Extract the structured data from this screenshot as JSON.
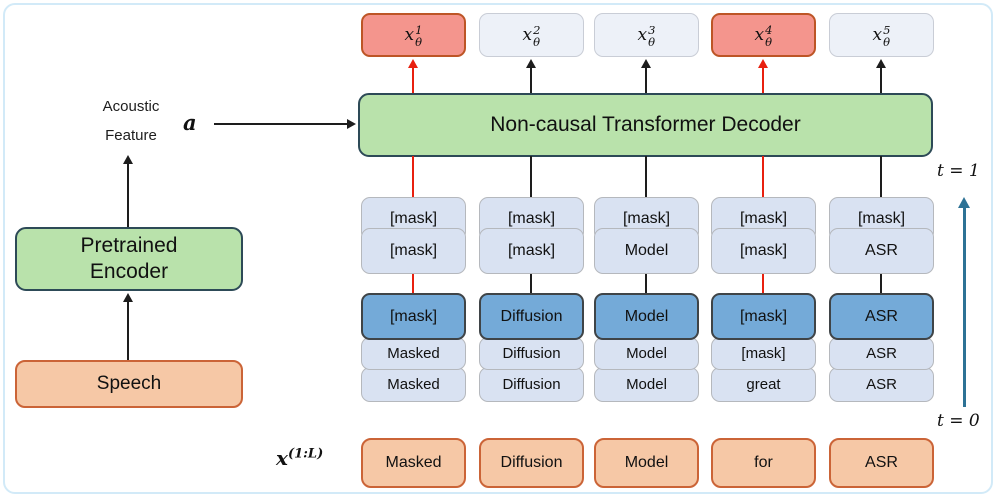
{
  "left_panel": {
    "acoustic_line1": "Acoustic",
    "acoustic_line2": "Feature",
    "a_symbol": "a",
    "encoder_line1": "Pretrained",
    "encoder_line2": "Encoder",
    "speech_label": "Speech"
  },
  "decoder": {
    "label": "Non-causal Transformer Decoder"
  },
  "outputs": [
    {
      "base": "x",
      "sub": "θ",
      "sup": "1",
      "highlighted": true
    },
    {
      "base": "x",
      "sub": "θ",
      "sup": "2",
      "highlighted": false
    },
    {
      "base": "x",
      "sub": "θ",
      "sup": "3",
      "highlighted": false
    },
    {
      "base": "x",
      "sub": "θ",
      "sup": "4",
      "highlighted": true
    },
    {
      "base": "x",
      "sub": "θ",
      "sup": "5",
      "highlighted": false
    }
  ],
  "grid": {
    "columns": [
      {
        "accent": "red",
        "top": [
          "[mask]",
          "[mask]"
        ],
        "main": "[mask]",
        "below": [
          "Masked",
          "Masked"
        ]
      },
      {
        "accent": "black",
        "top": [
          "[mask]",
          "[mask]"
        ],
        "main": "Diffusion",
        "below": [
          "Diffusion",
          "Diffusion"
        ]
      },
      {
        "accent": "black",
        "top": [
          "[mask]",
          "Model"
        ],
        "main": "Model",
        "below": [
          "Model",
          "Model"
        ]
      },
      {
        "accent": "red",
        "top": [
          "[mask]",
          "[mask]"
        ],
        "main": "[mask]",
        "below": [
          "[mask]",
          "great"
        ]
      },
      {
        "accent": "black",
        "top": [
          "[mask]",
          "ASR"
        ],
        "main": "ASR",
        "below": [
          "ASR",
          "ASR"
        ]
      }
    ]
  },
  "input_row": {
    "label_base": "x",
    "label_sup": "(1:L)",
    "tokens": [
      "Masked",
      "Diffusion",
      "Model",
      "for",
      "ASR"
    ]
  },
  "timeline": {
    "t1_label": "t = 1",
    "t0_label": "t = 0"
  },
  "colors": {
    "figure_border": "#d2eaf8",
    "green_fill": "#b9e2ab",
    "green_border": "#2d4a57",
    "orange_fill": "#f6c8a6",
    "orange_border": "#cb6437",
    "salmon_fill": "#f4958d",
    "salmon_border": "#bd5526",
    "lightblue_fill": "#d9e2f2",
    "lightblue_border": "#b5b8bd",
    "darkblue_fill": "#74aad8",
    "darkblue_border": "#3f4447",
    "pale_fill": "#edf1f8",
    "pale_border": "#c9cdd6",
    "red_accent": "#e8200f",
    "black_accent": "#1d1d1d",
    "timeline_accent": "#2d7295"
  }
}
